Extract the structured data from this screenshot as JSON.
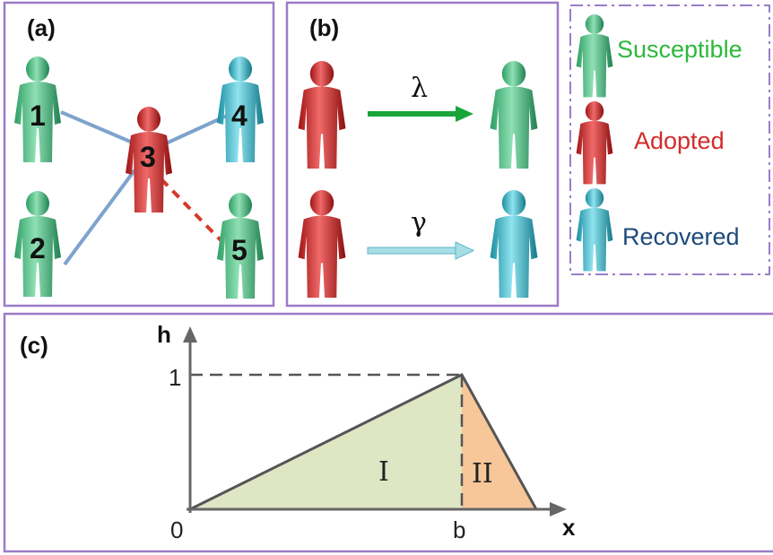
{
  "panel_a": {
    "label": "(a)",
    "nodes": [
      {
        "id": "1",
        "state": "susceptible"
      },
      {
        "id": "2",
        "state": "susceptible"
      },
      {
        "id": "3",
        "state": "adopted"
      },
      {
        "id": "4",
        "state": "recovered"
      },
      {
        "id": "5",
        "state": "susceptible"
      }
    ]
  },
  "panel_b": {
    "label": "(b)",
    "rate_top": "λ",
    "rate_bottom": "γ"
  },
  "legend": {
    "susceptible": "Susceptible",
    "adopted": "Adopted",
    "recovered": "Recovered"
  },
  "panel_c": {
    "label": "(c)",
    "y_axis_label": "h",
    "x_axis_label": "x",
    "y_tick": "1",
    "origin": "0",
    "x_tick": "b",
    "region_1": "I",
    "region_2": "II"
  },
  "colors": {
    "susceptible": "#3cb878",
    "adopted": "#d42a2a",
    "recovered": "#2bb0c4",
    "panel_border": "#9b7cc7",
    "arrow_green": "#1aa53a",
    "arrow_cyan": "#a8dde6",
    "region_1": "#dfe6c4",
    "region_2": "#f7c79a",
    "legend_green": "#2db83d",
    "legend_red": "#d42a2a",
    "legend_blue": "#1c4a7a"
  },
  "icons": [
    "person-icon"
  ]
}
